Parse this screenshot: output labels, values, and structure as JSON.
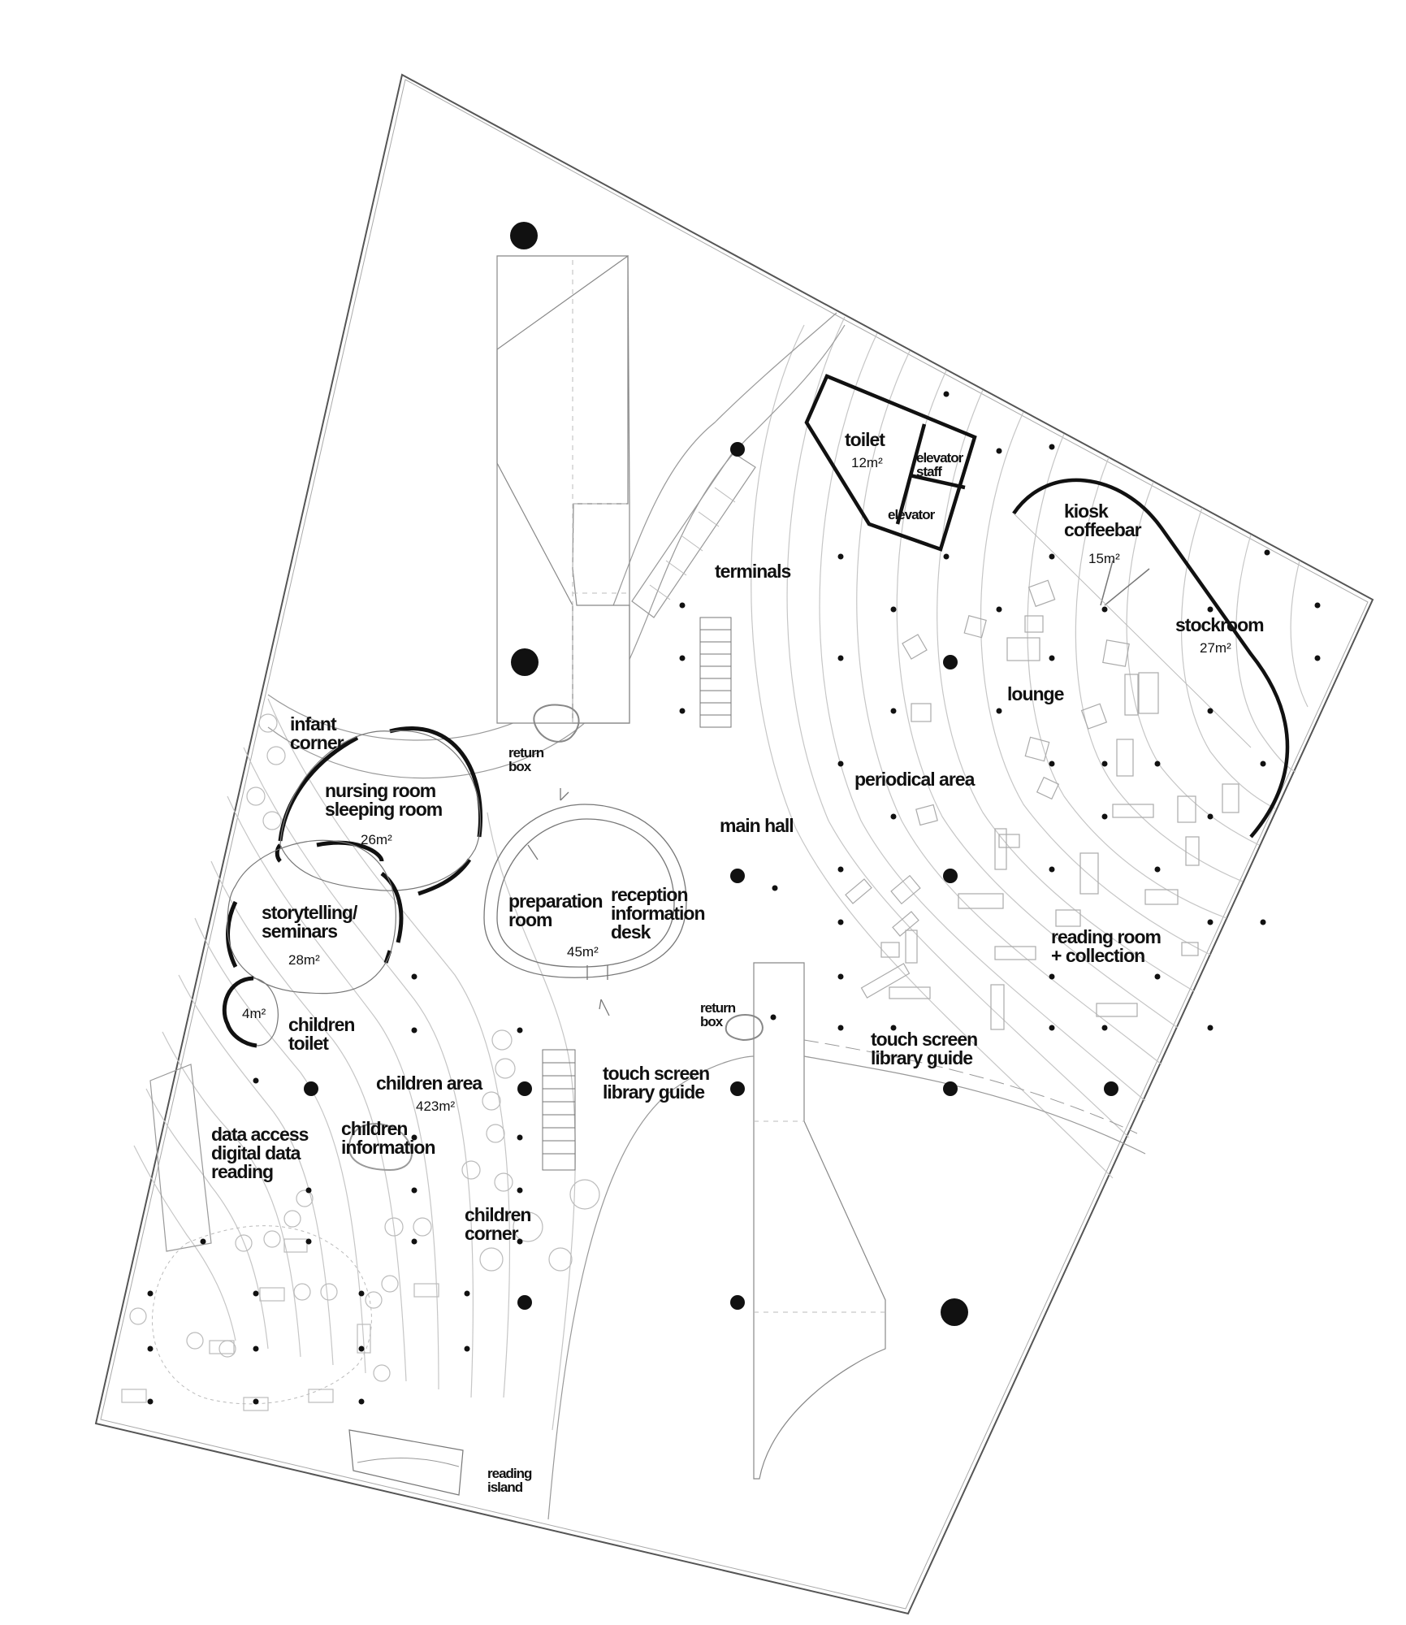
{
  "labels": {
    "toilet": "toilet",
    "toilet_area": "12m²",
    "elevator_staff": "elevator\nstaff",
    "elevator": "elevator",
    "kiosk": "kiosk\ncoffeebar",
    "kiosk_area": "15m²",
    "stockroom": "stockroom",
    "stockroom_area": "27m²",
    "terminals": "terminals",
    "lounge": "lounge",
    "periodical": "periodical area",
    "main_hall": "main hall",
    "reading_room": "reading room\n+ collection",
    "touch_screen_right": "touch screen\nlibrary guide",
    "touch_screen_center": "touch screen\nlibrary guide",
    "return_box_left": "return\nbox",
    "return_box_right": "return\nbox",
    "infant_corner": "infant\ncorner",
    "nursing_room": "nursing room\nsleeping room",
    "nursing_area": "26m²",
    "storytelling": "storytelling/\nseminars",
    "storytelling_area": "28m²",
    "preparation_room": "preparation\nroom",
    "reception": "reception\ninformation\ndesk",
    "reception_area": "45m²",
    "children_toilet": "children\ntoilet",
    "children_toilet_area": "4m²",
    "children_area": "children area",
    "children_area_size": "423m²",
    "children_information": "children\ninformation",
    "data_access": "data access\ndigital data\nreading",
    "children_corner": "children\ncorner",
    "reading_island": "reading\nisland"
  },
  "colors": {
    "ink": "#111111",
    "thin_line": "#8a8a8a",
    "hatch_line": "#c4c4c4",
    "background": "#ffffff"
  }
}
